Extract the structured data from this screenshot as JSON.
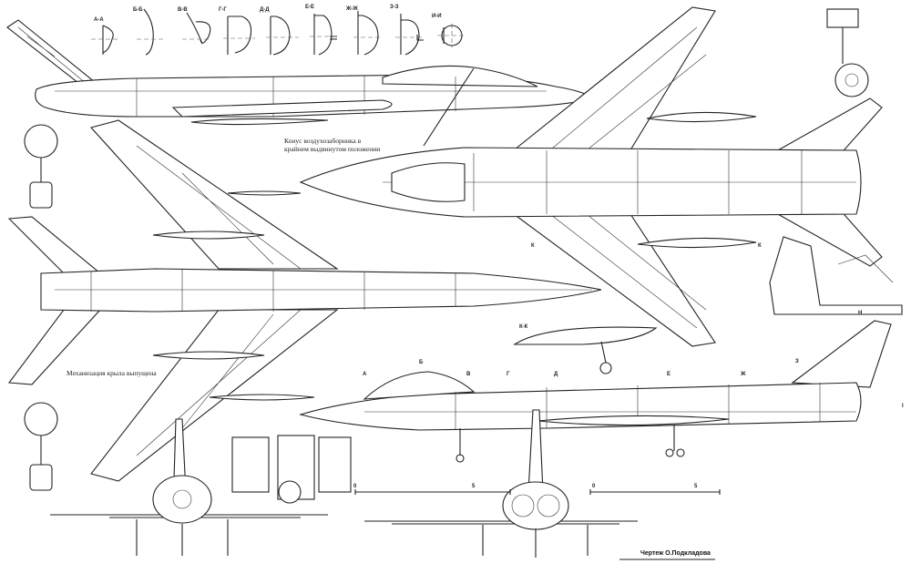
{
  "sections": [
    "А-А",
    "Б-Б",
    "В-В",
    "Г-Г",
    "Д-Д",
    "Е-Е",
    "Ж-Ж",
    "З-З",
    "И-И"
  ],
  "notes": {
    "intake_cone_line1": "Конус воздухозаборника в",
    "intake_cone_line2": "крайнем выдвинутом положении",
    "flaps": "Механизация крыла выпущена"
  },
  "markers": {
    "k_left": "К",
    "k_right": "К",
    "kk": "К-К",
    "n": "Н",
    "stations": [
      "А",
      "Б",
      "В",
      "Г",
      "Д",
      "Е",
      "Ж",
      "З"
    ],
    "station_i": "I"
  },
  "scale_bars": [
    {
      "start": "0",
      "end": "5"
    },
    {
      "start": "0",
      "end": "5"
    }
  ],
  "credit": "Чертеж О.Подкладова"
}
